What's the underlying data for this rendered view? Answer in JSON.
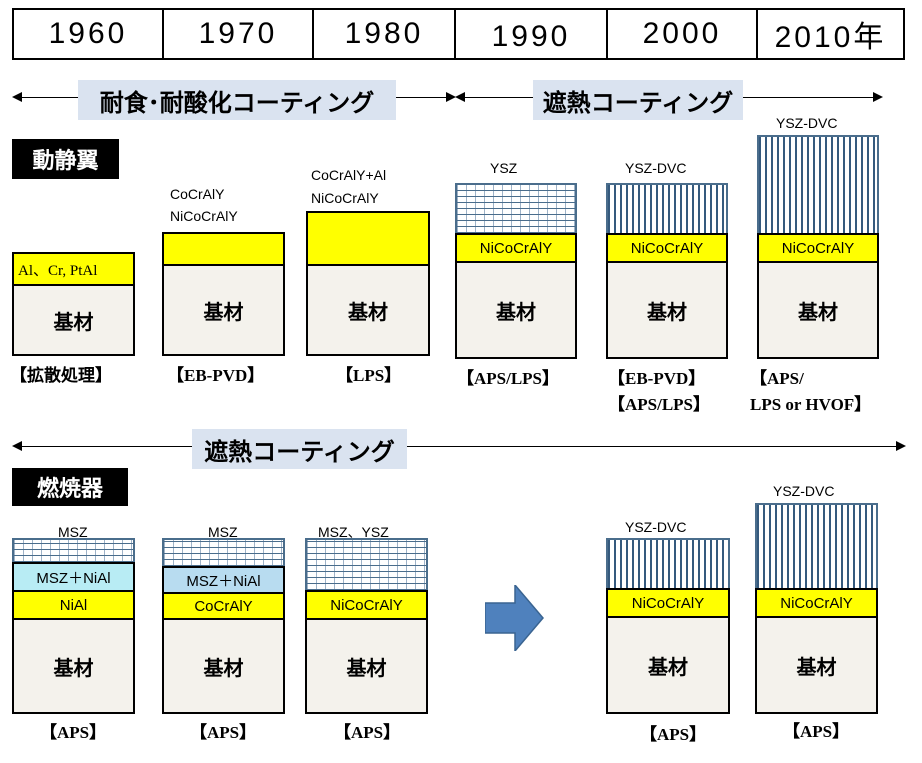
{
  "timeline": [
    "1960",
    "1970",
    "1980",
    "1990",
    "2000",
    "2010年"
  ],
  "eras": {
    "top_left": "耐食･耐酸化コーティング",
    "top_right": "遮熱コーティング",
    "bottom": "遮熱コーティング"
  },
  "sections": {
    "blades": "動静翼",
    "combustor": "燃焼器"
  },
  "substrate_label": "基材",
  "blades": [
    {
      "coat_label": "",
      "bond_label": "Al、Cr, PtAl",
      "process": "【拡散処理】"
    },
    {
      "coat_label_1": "CoCrAlY",
      "coat_label_2": "NiCoCrAlY",
      "process": "【EB-PVD】"
    },
    {
      "coat_label_1": "CoCrAlY+Al",
      "coat_label_2": "NiCoCrAlY",
      "process": "【LPS】"
    },
    {
      "top_label": "YSZ",
      "bond_label": "NiCoCrAlY",
      "process": "【APS/LPS】"
    },
    {
      "top_label": "YSZ-DVC",
      "bond_label": "NiCoCrAlY",
      "process_1": "【EB-PVD】",
      "process_2": "【APS/LPS】"
    },
    {
      "top_label": "YSZ-DVC",
      "bond_label": "NiCoCrAlY",
      "process_1": "【APS/",
      "process_2": "LPS or HVOF】"
    }
  ],
  "combustor": [
    {
      "top_label": "MSZ",
      "mid_label": "MSZ＋NiAl",
      "bond_label": "NiAl",
      "process": "【APS】"
    },
    {
      "top_label": "MSZ",
      "mid_label": "MSZ＋NiAl",
      "bond_label": "CoCrAlY",
      "process": "【APS】"
    },
    {
      "top_label": "MSZ、YSZ",
      "bond_label": "NiCoCrAlY",
      "process": "【APS】"
    },
    {
      "top_label": "YSZ-DVC",
      "bond_label": "NiCoCrAlY",
      "process": "【APS】"
    },
    {
      "top_label": "YSZ-DVC",
      "bond_label": "NiCoCrAlY",
      "process": "【APS】"
    }
  ],
  "colors": {
    "bond_coat": "#ffff00",
    "substrate": "#f4f2ec",
    "era_label_bg": "#dae3f0",
    "ceramic_line": "#4a6d8c",
    "arrow_fill": "#4f81bd"
  }
}
